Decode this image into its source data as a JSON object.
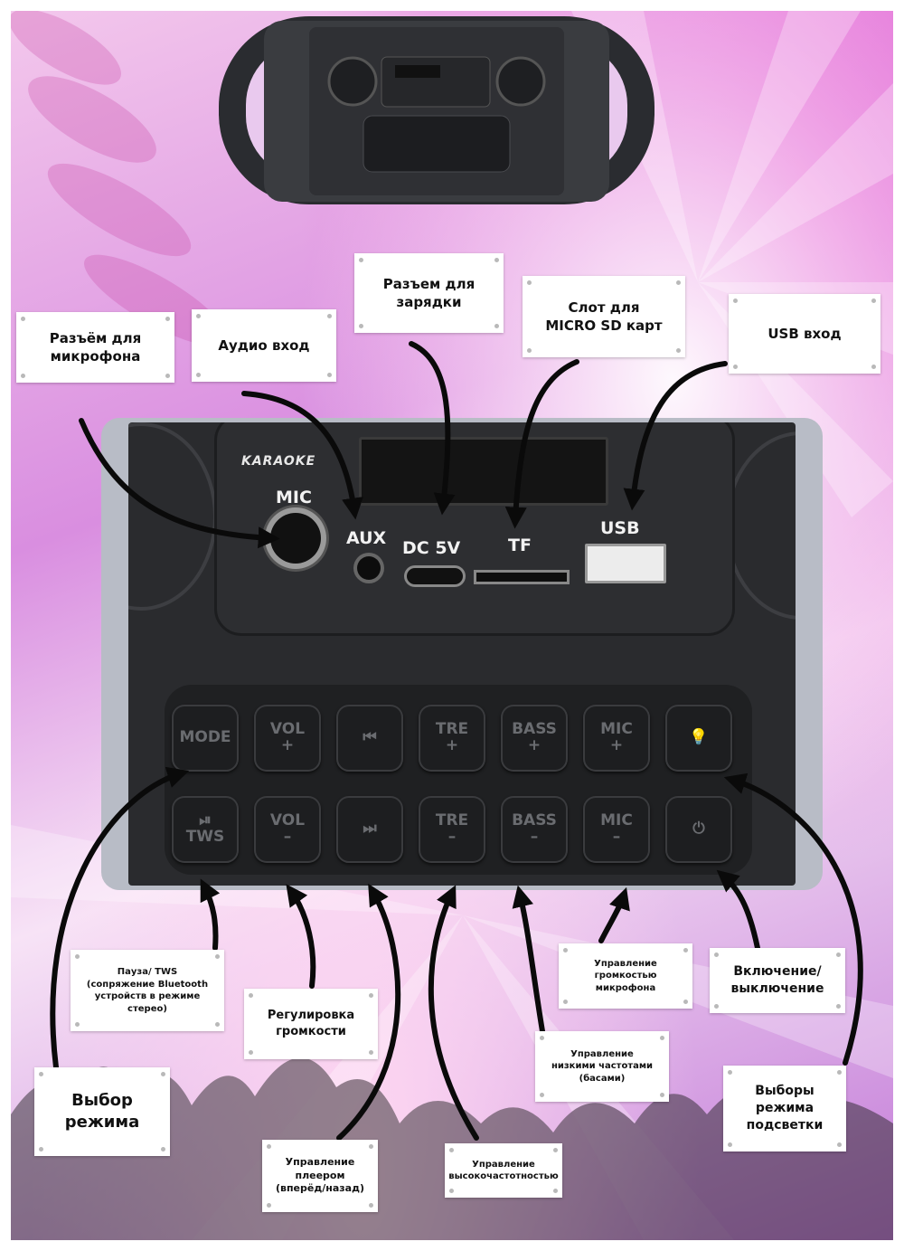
{
  "device": {
    "brand_logo": "KARAOKE",
    "port_labels": {
      "mic": "MIC",
      "aux": "AUX",
      "dc": "DC 5V",
      "tf": "TF",
      "usb": "USB"
    }
  },
  "buttons_top": [
    "MODE",
    "VOL\n+",
    "⏮",
    "TRE\n+",
    "BASS\n+",
    "MIC\n+",
    "💡"
  ],
  "buttons_bottom": [
    "⏯\nTWS",
    "VOL\n–",
    "⏭",
    "TRE\n–",
    "BASS\n–",
    "MIC\n–",
    "⏻"
  ],
  "labels": {
    "mic_jack": "Разъём для\nмикрофона",
    "audio_in": "Аудио вход",
    "charge": "Разъем для\nзарядки",
    "sd_slot": "Слот для\nMICRO SD карт",
    "usb_in": "USB вход",
    "pause_tws": "Пауза/ TWS\n(сопряжение Bluetooth\nустройств в режиме\nстерео)",
    "volume": "Регулировка\nгромкости",
    "mode_select": "Выбор\nрежима",
    "player_ctrl": "Управление\nплеером\n(вперёд/назад)",
    "treble": "Управление\nвысокочастотностью",
    "bass": "Управление\nнизкими частотами\n(басами)",
    "mic_volume": "Управление\nгромкостью\nмикрофона",
    "power": "Включение/\nвыключение",
    "light_mode": "Выборы\nрежима\nподсветки"
  }
}
